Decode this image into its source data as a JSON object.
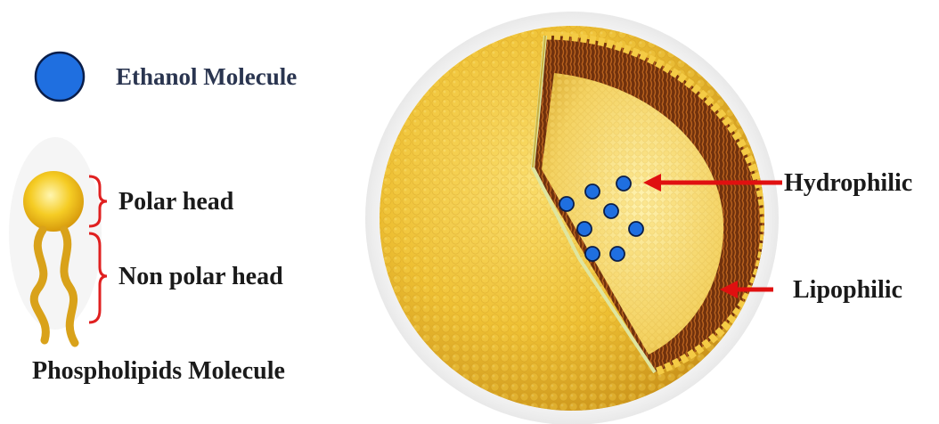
{
  "legend": {
    "ethanol_label": "Ethanol Molecule",
    "polar_head_label": "Polar head",
    "non_polar_label": "Non polar head",
    "phospholipid_label": "Phospholipids Molecule"
  },
  "annotations": {
    "hydrophilic": "Hydrophilic",
    "lipophilic": "Lipophilic"
  },
  "colors": {
    "ethanol": "#1f6fe0",
    "ethanol_outline": "#0a1e4a",
    "head_fill": "#f2c21c",
    "tail": "#d9a21a",
    "bracket": "#e02020",
    "arrow": "#e01010",
    "sphere": "#efc23a",
    "bilayer": "#7a3a10",
    "text": "#1a1a1a"
  },
  "icons": [
    "ethanol-molecule-icon",
    "phospholipid-icon",
    "liposome-sphere"
  ],
  "ethanol_count": 8
}
